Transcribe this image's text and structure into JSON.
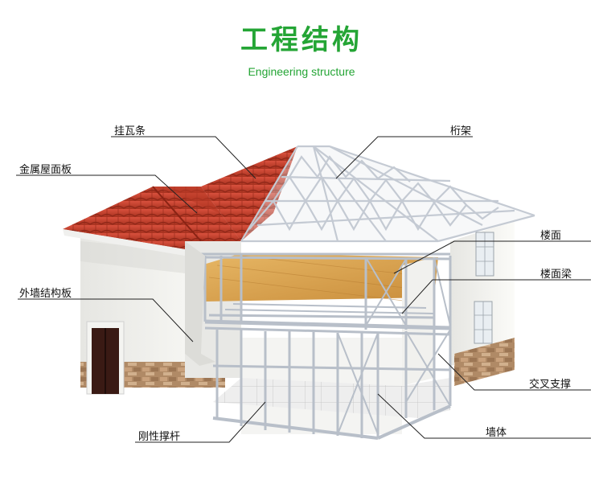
{
  "header": {
    "title": "工程结构",
    "subtitle": "Engineering structure"
  },
  "labels": {
    "tile_strip": "挂瓦条",
    "metal_roof_panel": "金属屋面板",
    "truss": "桁架",
    "floor": "楼面",
    "floor_beam": "楼面梁",
    "exterior_wall_panel": "外墙结构板",
    "cross_bracing": "交叉支撑",
    "rigid_strut": "刚性撑杆",
    "wall": "墙体"
  },
  "colors": {
    "accent": "#24a535",
    "roof_tile": "#c0392b",
    "steel": "#c9ced6",
    "floor_wood": "#d9a24c",
    "wall": "#f2f2ef"
  }
}
